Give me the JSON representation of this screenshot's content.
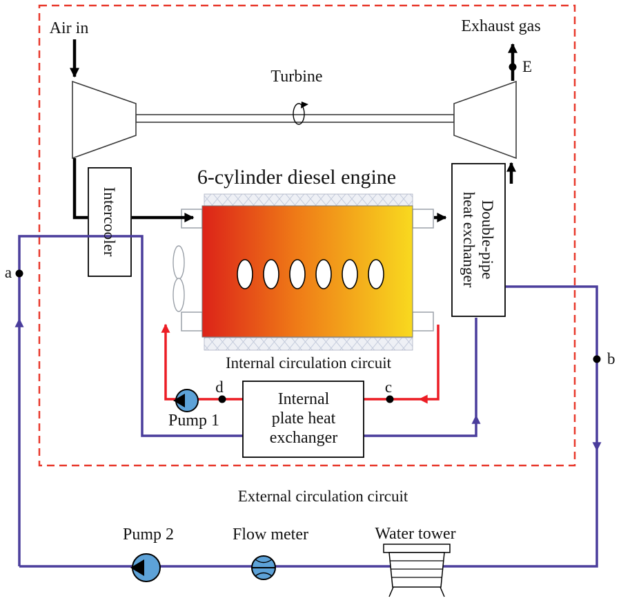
{
  "diagram": {
    "labels": {
      "air_in": "Air in",
      "exhaust_gas": "Exhaust gas",
      "point_e": "E",
      "turbine": "Turbine",
      "engine_title": "6-cylinder diesel engine",
      "intercooler": "Intercooler",
      "double_pipe_1": "Double-pipe",
      "double_pipe_2": "heat exchanger",
      "internal_circuit": "Internal circulation circuit",
      "plate_hx_1": "Internal",
      "plate_hx_2": "plate heat",
      "plate_hx_3": "exchanger",
      "pump1": "Pump 1",
      "point_c": "c",
      "point_d": "d",
      "point_a": "a",
      "point_b": "b",
      "external_circuit": "External circulation circuit",
      "pump2": "Pump 2",
      "flow_meter": "Flow meter",
      "water_tower": "Water tower"
    },
    "colors": {
      "dashed_border": "#e8382b",
      "internal_loop": "#ec1c24",
      "external_loop": "#4a3d9c",
      "pump_fill": "#5da2d8",
      "engine_gradient_start": "#dc2318",
      "engine_gradient_mid": "#ef7b17",
      "engine_gradient_end": "#f8d91f"
    }
  }
}
